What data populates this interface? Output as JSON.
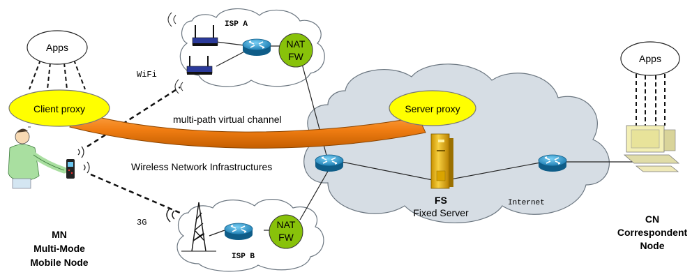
{
  "mobile_node": {
    "apps_label": "Apps",
    "client_proxy_label": "Client proxy",
    "title": "MN",
    "subtitle_line1": "Multi-Mode",
    "subtitle_line2": "Mobile Node"
  },
  "links": {
    "wifi_label": "WiFi",
    "threeg_label": "3G",
    "channel_label": "multi-path virtual channel",
    "wireless_label": "Wireless Network Infrastructures"
  },
  "isp_a": {
    "label": "ISP A",
    "nat_line1": "NAT",
    "nat_line2": "FW"
  },
  "isp_b": {
    "label": "ISP B",
    "nat_line1": "NAT",
    "nat_line2": "FW"
  },
  "internet": {
    "server_proxy_label": "Server proxy",
    "fs_title": "FS",
    "fs_subtitle": "Fixed Server",
    "internet_label": "Internet"
  },
  "correspondent_node": {
    "apps_label": "Apps",
    "title": "CN",
    "subtitle_line1": "Correspondent",
    "subtitle_line2": "Node"
  },
  "colors": {
    "proxy_fill": "#ffff00",
    "channel_fill": "#f58a1f",
    "nat_fill": "#88c20a",
    "router_fill": "#2b93c8",
    "cloud_fill": "#d6dde4",
    "server_fill": "#e3b410"
  }
}
